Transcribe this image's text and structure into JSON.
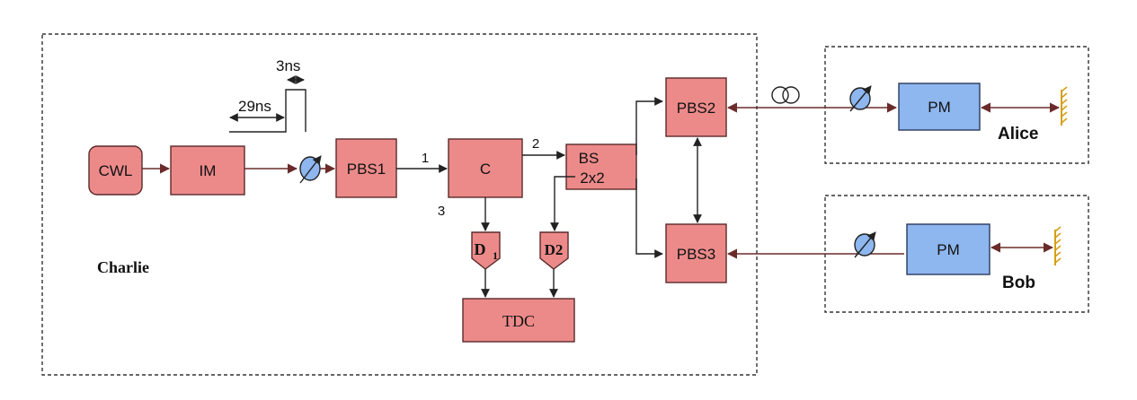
{
  "charlie": {
    "label": "Charlie",
    "cwl": "CWL",
    "im": "IM",
    "pbs1": "PBS1",
    "c": "C",
    "bs_line1": "BS",
    "bs_line2": "2x2",
    "pbs2": "PBS2",
    "pbs3": "PBS3",
    "tdc": "TDC",
    "d1": "D",
    "d1_sub": "1",
    "d2": "D2",
    "port1": "1",
    "port2": "2",
    "port3": "3",
    "pulse_period": "29ns",
    "pulse_width": "3ns"
  },
  "alice": {
    "label": "Alice",
    "pm": "PM"
  },
  "bob": {
    "label": "Bob",
    "pm": "PM"
  },
  "colors": {
    "component_red": "#ec8a8a",
    "component_blue": "#8eb6ef",
    "mirror": "#d4a017",
    "fiber": "#6b2b2b"
  }
}
